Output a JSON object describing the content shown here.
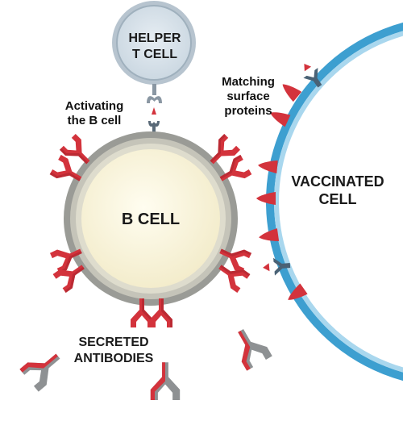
{
  "labels": {
    "helper_line1": "HELPER",
    "helper_line2": "T CELL",
    "activating_line1": "Activating",
    "activating_line2": "the B cell",
    "matching_line1": "Matching",
    "matching_line2": "surface",
    "matching_line3": "proteins",
    "bcell": "B CELL",
    "vaccinated_line1": "VACCINATED",
    "vaccinated_line2": "CELL",
    "secreted_line1": "SECRETED",
    "secreted_line2": "ANTIBODIES"
  },
  "colors": {
    "antibody_red": "#d3333c",
    "antibody_gray": "#8a8d8f",
    "receptor_slate": "#4a6275",
    "vaccinated_membrane": "#3d9fd0",
    "bcell_core": "#fbf8e4"
  }
}
